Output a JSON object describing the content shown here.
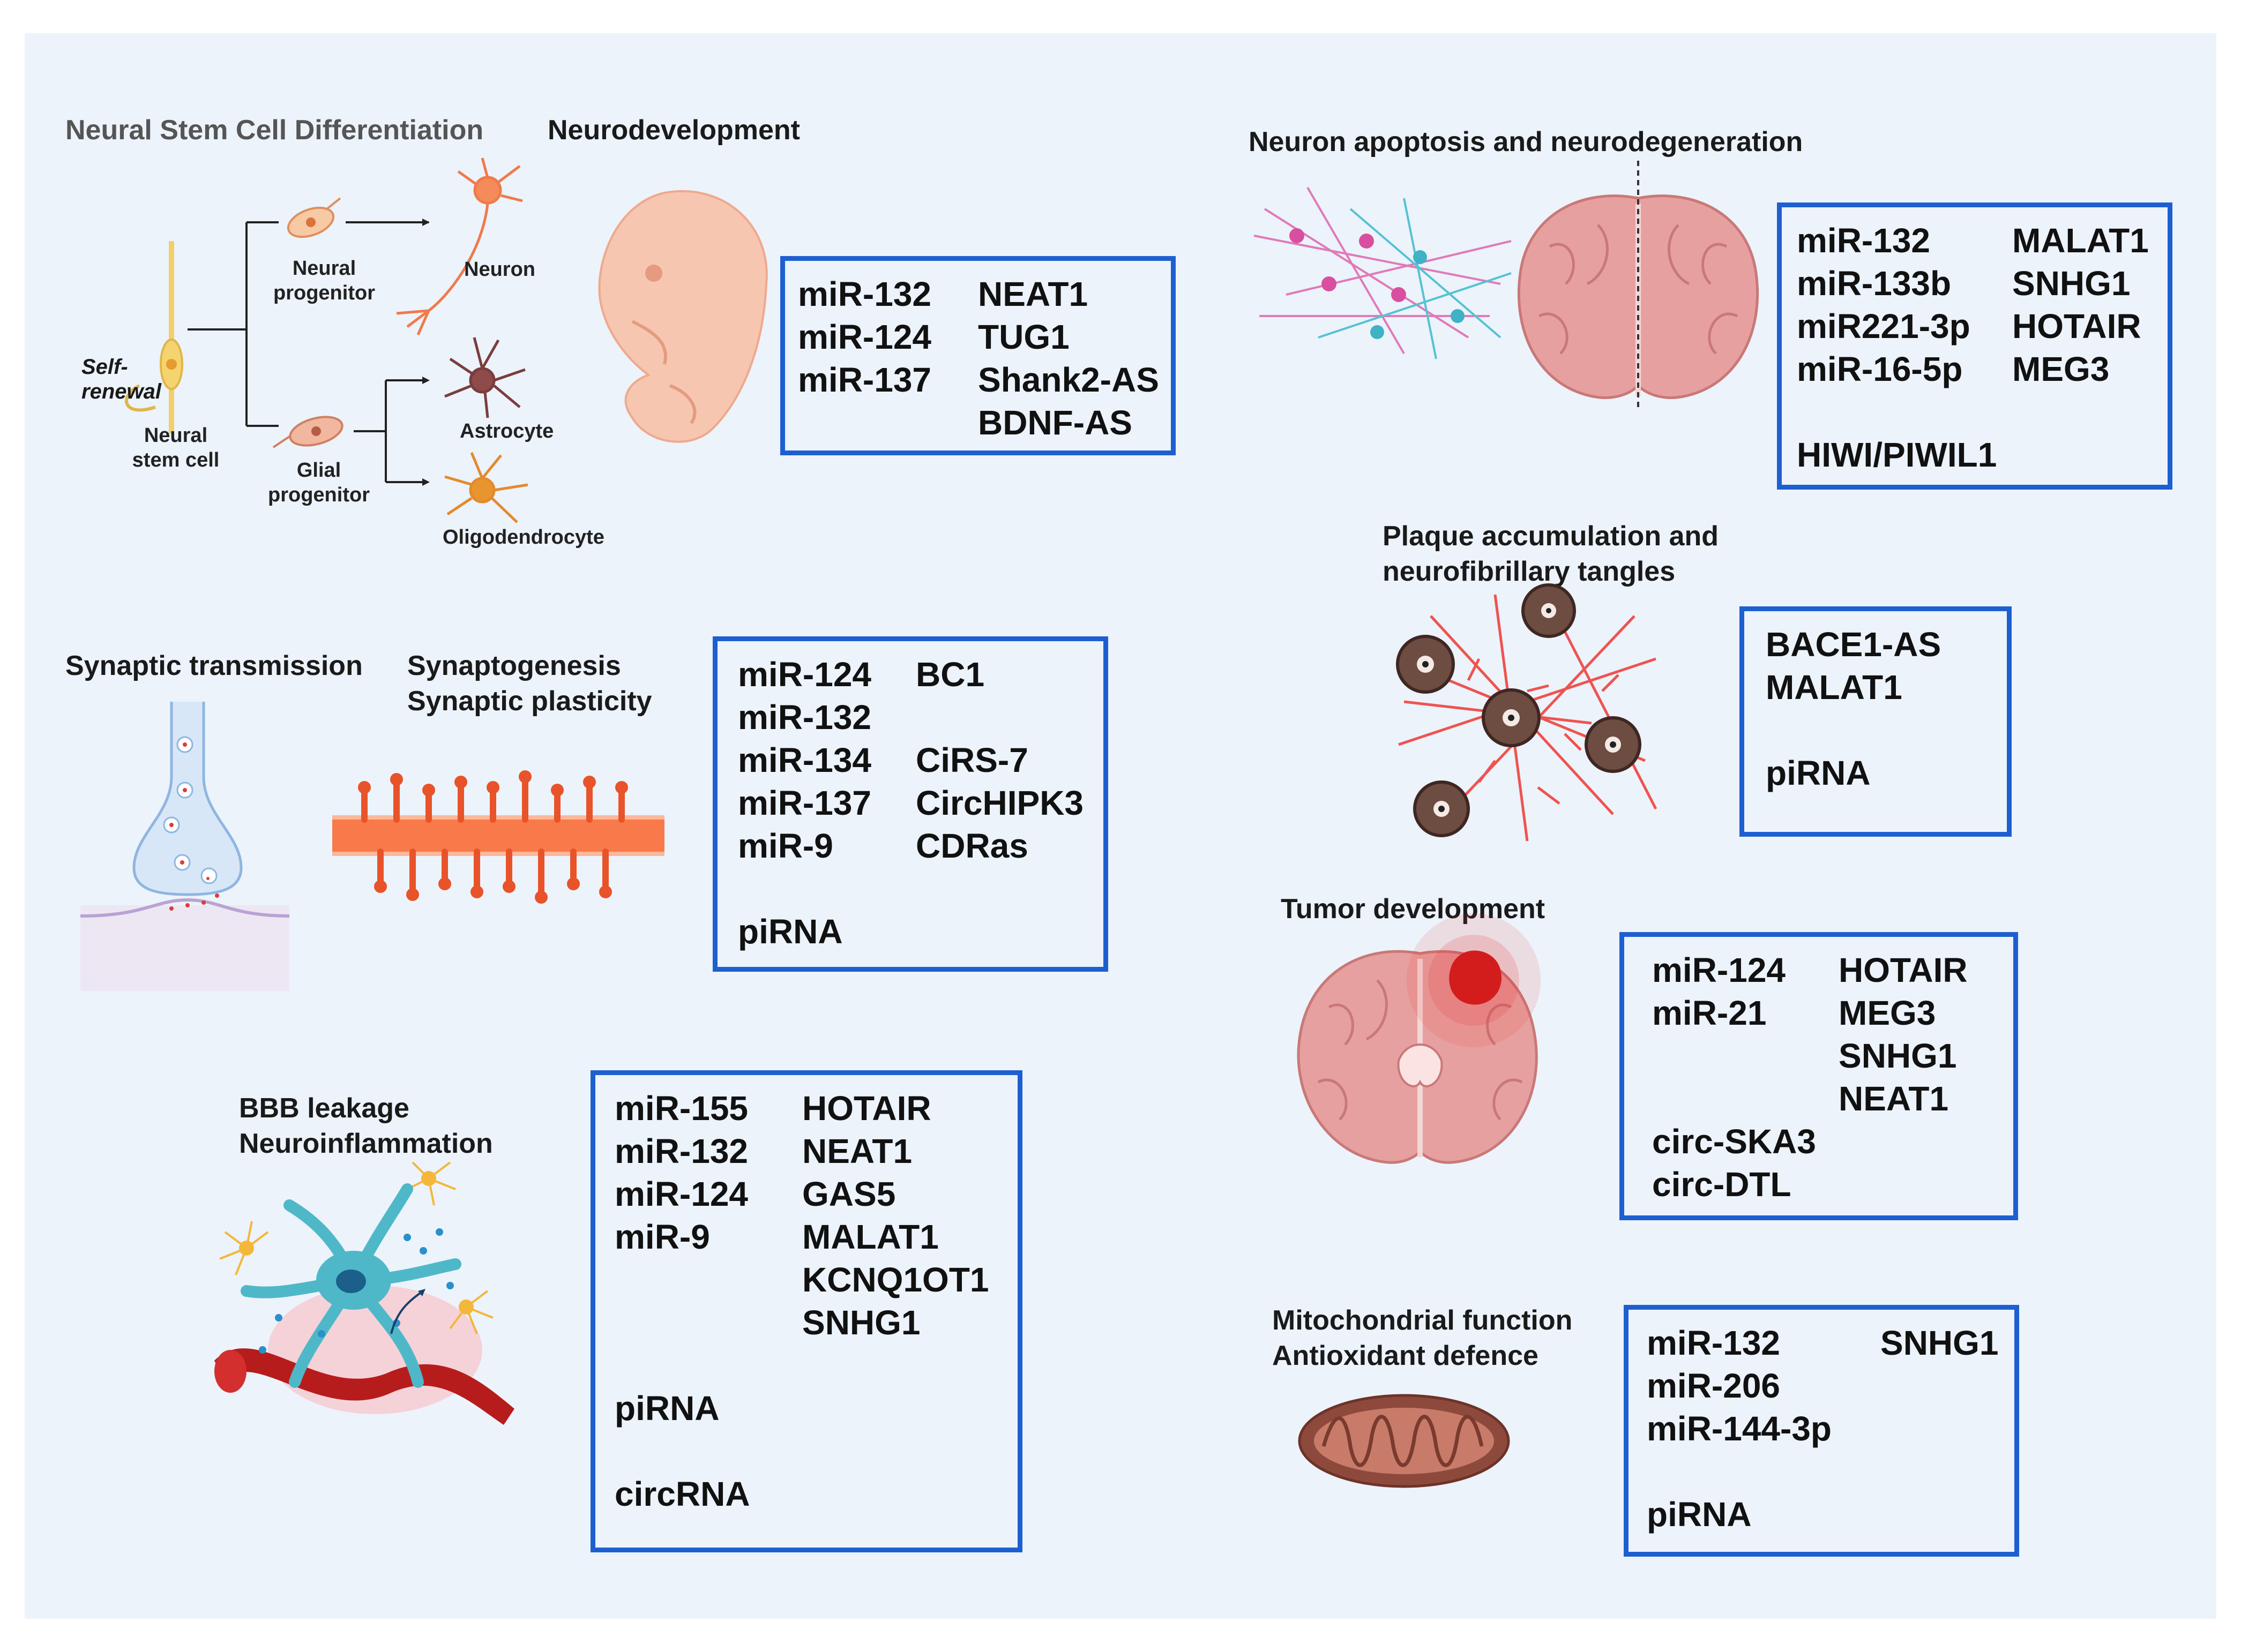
{
  "panels": {
    "nsc": {
      "title": "Neural Stem Cell Differentiation",
      "labels": {
        "self_renewal": "Self-renewal",
        "neural_stem_cell": "Neural stem cell",
        "neural_progenitor": "Neural progenitor",
        "neuron": "Neuron",
        "glial_progenitor": "Glial progenitor",
        "astrocyte": "Astrocyte",
        "oligodendrocyte": "Oligodendrocyte"
      }
    },
    "neurodev": {
      "title": "Neurodevelopment",
      "col1": [
        "miR-132",
        "miR-124",
        "miR-137"
      ],
      "col2": [
        "NEAT1",
        "TUG1",
        "Shank2-AS",
        "BDNF-AS"
      ]
    },
    "apoptosis": {
      "title": "Neuron apoptosis and neurodegeneration",
      "col1": [
        "miR-132",
        "miR-133b",
        "miR221-3p",
        "miR-16-5p",
        "",
        "HIWI/PIWIL1"
      ],
      "col2": [
        "MALAT1",
        "SNHG1",
        "HOTAIR",
        "MEG3"
      ]
    },
    "synaptic": {
      "title1": "Synaptic transmission",
      "title2a": "Synaptogenesis",
      "title2b": "Synaptic plasticity",
      "col1": [
        "miR-124",
        "miR-132",
        "miR-134",
        "miR-137",
        "miR-9",
        "",
        "piRNA"
      ],
      "col2": [
        "BC1",
        "",
        "CiRS-7",
        "CircHIPK3",
        "CDRas"
      ]
    },
    "plaque": {
      "title_a": "Plaque accumulation and",
      "title_b": "neurofibrillary tangles",
      "col1": [
        "BACE1-AS",
        "MALAT1",
        "",
        "piRNA"
      ]
    },
    "tumor": {
      "title": "Tumor development",
      "col1": [
        "miR-124",
        "miR-21",
        "",
        "",
        "circ-SKA3",
        "circ-DTL"
      ],
      "col2": [
        "HOTAIR",
        "MEG3",
        "SNHG1",
        "NEAT1"
      ]
    },
    "bbb": {
      "title_a": "BBB leakage",
      "title_b": "Neuroinflammation",
      "col1": [
        "miR-155",
        "miR-132",
        "miR-124",
        "miR-9",
        "",
        "",
        "",
        "piRNA",
        "",
        "circRNA"
      ],
      "col2": [
        "HOTAIR",
        "NEAT1",
        "GAS5",
        "MALAT1",
        "KCNQ1OT1",
        "SNHG1"
      ]
    },
    "mito": {
      "title_a": "Mitochondrial function",
      "title_b": "Antioxidant defence",
      "col1": [
        "miR-132",
        "miR-206",
        "miR-144-3p",
        "",
        "piRNA"
      ],
      "col2": [
        "SNHG1"
      ]
    }
  },
  "colors": {
    "panel_bg": "#ecf3fb",
    "box_border": "#1e5fd0",
    "brain": "#e7a0a0",
    "neuron": "#f07a4a",
    "astrocyte": "#7a3d3d",
    "oligodendrocyte": "#e38a2e",
    "tumor": "#d31d1d",
    "vessel": "#b71c1c",
    "microglia": "#4fb8c8"
  }
}
